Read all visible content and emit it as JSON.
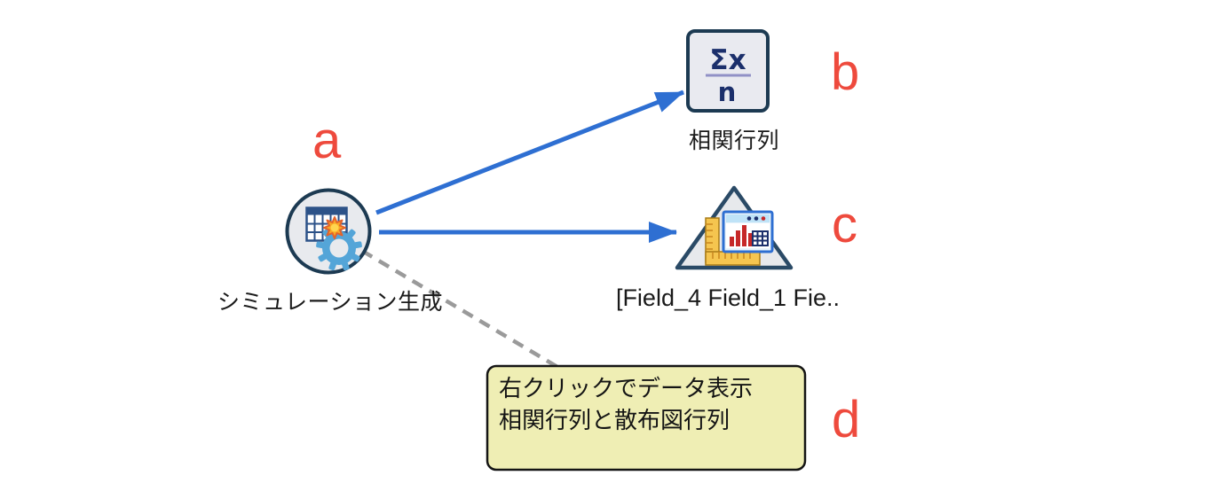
{
  "colors": {
    "arrow": "#2e6fd2",
    "annotation": "#ee4a3d",
    "node_border": "#1c3a52",
    "node_fill": "#e8eaee",
    "square_fill": "#e9eaf0",
    "formula_text": "#1b2f6b",
    "note_fill": "#efeeb4",
    "note_border": "#141414",
    "dashed_line": "#9a9a9a",
    "label_text": "#1a1a1a",
    "gear_blue": "#54a5d8",
    "grid_navy": "#2c5288",
    "star_orange": "#f9a825",
    "ruler_yellow": "#f5c54f",
    "bar_red": "#c62828"
  },
  "nodes": {
    "simgen": {
      "label": "シミュレーション生成",
      "shape": "circle",
      "icon": "simulation-generate-icon"
    },
    "corr": {
      "label": "相関行列",
      "shape": "square",
      "icon": "mean-formula-icon",
      "formula": {
        "numerator": "Σx",
        "denominator": "n"
      }
    },
    "plot": {
      "label": "[Field_4 Field_1 Fie..",
      "shape": "triangle",
      "icon": "plot-matrix-icon"
    }
  },
  "note": {
    "lines": [
      "右クリックでデータ表示",
      "相関行列と散布図行列"
    ]
  },
  "annotations": {
    "a": "a",
    "b": "b",
    "c": "c",
    "d": "d"
  }
}
